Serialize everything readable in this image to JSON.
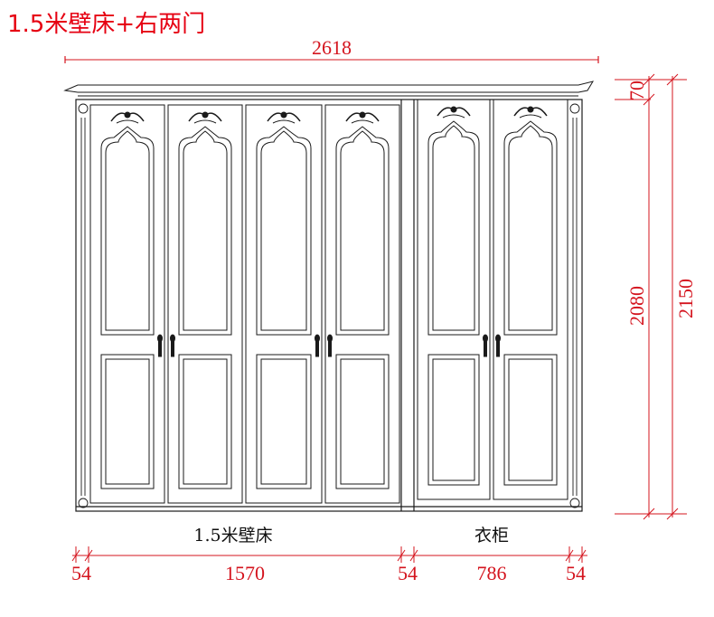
{
  "title": "1.5米壁床+右两门",
  "colors": {
    "title": "#e60012",
    "dimension": "#d4141e",
    "line": "#1a1a1a"
  },
  "dimensions": {
    "total_width": "2618",
    "crown_height": "70",
    "body_height": "2080",
    "total_height": "2150",
    "bottom": [
      "54",
      "1570",
      "54",
      "786",
      "54"
    ]
  },
  "labels": {
    "wall_bed": "1.5米壁床",
    "wardrobe": "衣柜"
  }
}
